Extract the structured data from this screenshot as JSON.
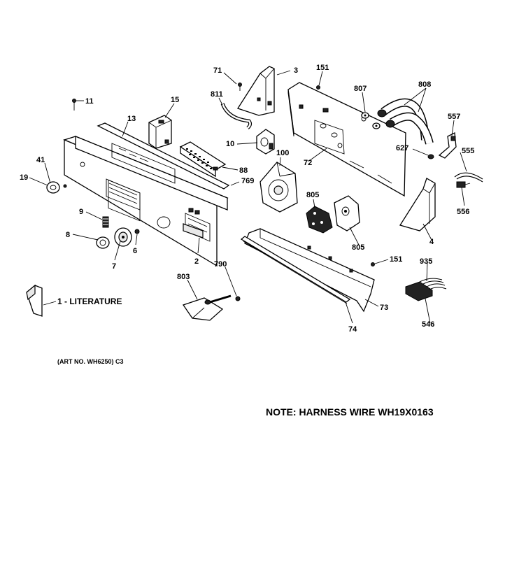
{
  "labels": {
    "p1": "1 - LITERATURE",
    "p2": "2",
    "p3": "3",
    "p4": "4",
    "p6": "6",
    "p7": "7",
    "p8": "8",
    "p9": "9",
    "p10": "10",
    "p11": "11",
    "p13": "13",
    "p15": "15",
    "p19": "19",
    "p41": "41",
    "p71": "71",
    "p72": "72",
    "p73": "73",
    "p74": "74",
    "p88": "88",
    "p100": "100",
    "p151a": "151",
    "p151b": "151",
    "p546": "546",
    "p555": "555",
    "p556": "556",
    "p557": "557",
    "p627": "627",
    "p769": "769",
    "p790": "790",
    "p803": "803",
    "p805a": "805",
    "p805b": "805",
    "p807": "807",
    "p808": "808",
    "p811": "811",
    "p935": "935"
  },
  "art_number": "(ART NO. WH6250) C3",
  "note": "NOTE: HARNESS WIRE WH19X0163"
}
